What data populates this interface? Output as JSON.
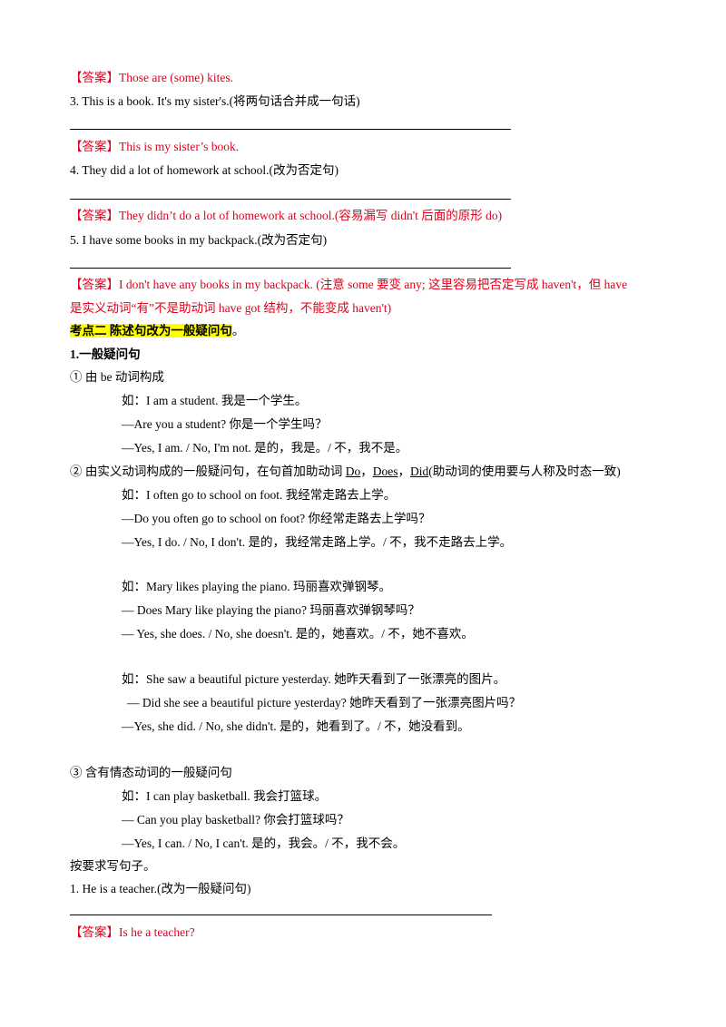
{
  "lines": {
    "ans2": "【答案】Those are (some) kites.",
    "q3": "3.  This is a book. It's my sister's.(将两句话合并成一句话)",
    "ans3": "【答案】This is my sister’s book.",
    "q4": "4.  They did a lot of homework at school.(改为否定句)",
    "ans4": "【答案】They didn’t do a lot of homework at school.(容易漏写 didn't 后面的原形 do)",
    "q5": "5.  I have some books in my backpack.(改为否定句)",
    "ans5a": "【答案】I don't have any books in my backpack. (注意 some 要变 any;  这里容易把否定写成 haven't，但 have",
    "ans5b": "是实义动词“有”不是助动词 have got 结构，不能变成 haven't)",
    "section": "考点二  陈述句改为一般疑问句",
    "section_dot": "。",
    "sub1": "1.一般疑问句",
    "p1": "①  由 be 动词构成",
    "e1a": "如：I am a student.      我是一个学生。",
    "e1b": "—Are you a student?      你是一个学生吗？",
    "e1c": "—Yes, I am. / No, I'm not.      是的，我是。/  不，我不是。",
    "p2_pre": "②  由实义动词构成的一般疑问句，在句首加助动词 ",
    "p2_do": "Do",
    "p2_sep1": "，",
    "p2_does": "Does",
    "p2_sep2": "，",
    "p2_did": "Did",
    "p2_post": "(助动词的使用要与人称及时态一致)",
    "e2a": "如：I often go to school on foot.        我经常走路去上学。",
    "e2b": "—Do you often go to school on foot?      你经常走路去上学吗？",
    "e2c": "—Yes, I do. / No, I don't.      是的，我经常走路上学。/  不，我不走路去上学。",
    "e3a": "如：Mary likes playing the piano.       玛丽喜欢弹钢琴。",
    "e3b": "— Does Mary like playing the piano?      玛丽喜欢弹钢琴吗？",
    "e3c": "— Yes, she does. / No, she doesn't.  是的，她喜欢。/  不，她不喜欢。",
    "e4a": "如：She saw a beautiful picture yesterday.      她昨天看到了一张漂亮的图片。",
    "e4b": "— Did she see a beautiful picture yesterday?      她昨天看到了一张漂亮图片吗？",
    "e4c": "—Yes, she did. / No, she didn't.  是的，她看到了。/  不，她没看到。",
    "p3": "③  含有情态动词的一般疑问句",
    "e5a": "如：I can play basketball.        我会打篮球。",
    "e5b": "— Can you play basketball?      你会打篮球吗？",
    "e5c": "—Yes, I can. / No, I can't.  是的，我会。/  不，我不会。",
    "instr": "按要求写句子。",
    "q1": "1.    He is a teacher.(改为一般疑问句)",
    "ans1": "【答案】Is he a teacher?"
  }
}
